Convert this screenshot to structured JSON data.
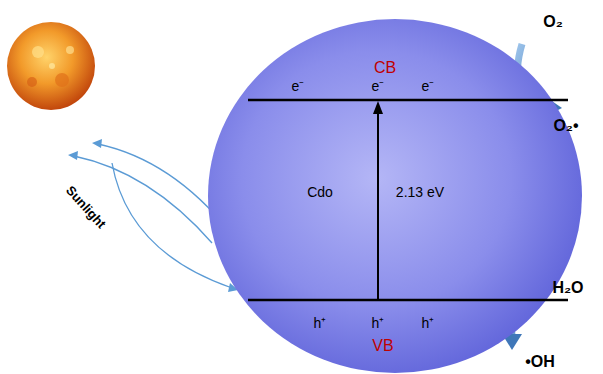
{
  "diagram": {
    "nodes": [
      {
        "text": [
          "CB",
          "e⁻",
          "e⁻",
          "e⁻",
          "Cdo",
          "2.13 eV",
          "h⁺",
          "h⁺",
          "h⁺",
          "VB"
        ]
      }
    ],
    "labels": [
      "Sunlight",
      "O₂",
      "O₂•",
      "H₂O",
      "•OH"
    ]
  }
}
